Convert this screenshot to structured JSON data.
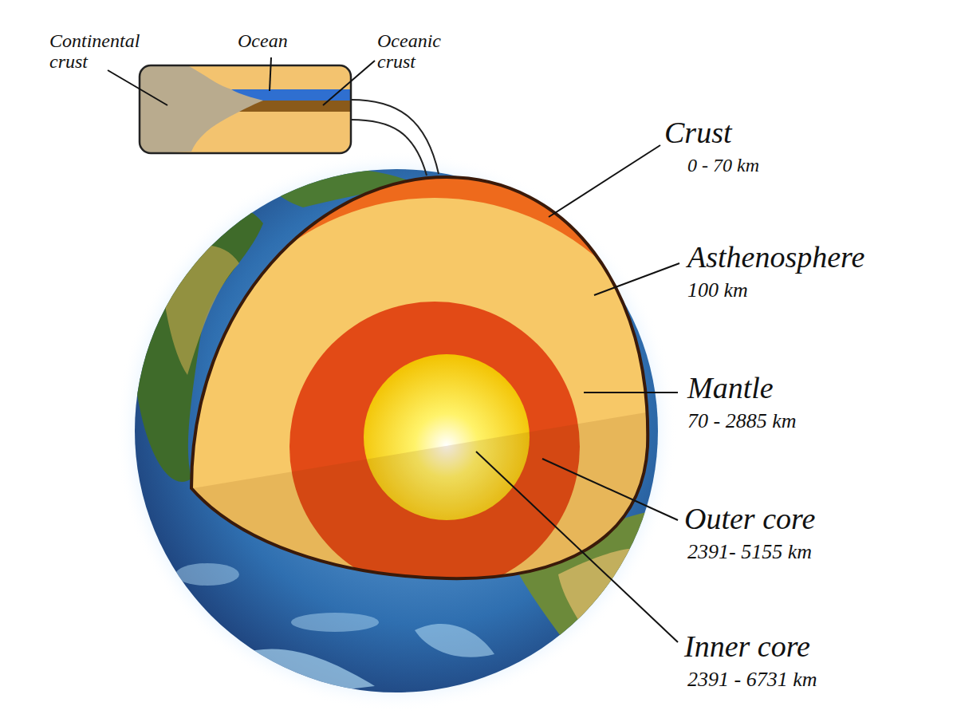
{
  "diagram": {
    "labels": [
      "Continental crust",
      "Ocean",
      "Oceanic crust",
      "Crust",
      "0 - 70 km",
      "Asthenosphere",
      "100 km",
      "Mantle",
      "70 - 2885 km",
      "Outer core",
      "2391- 5155 km",
      "Inner core",
      "2391 - 6731 km"
    ]
  }
}
